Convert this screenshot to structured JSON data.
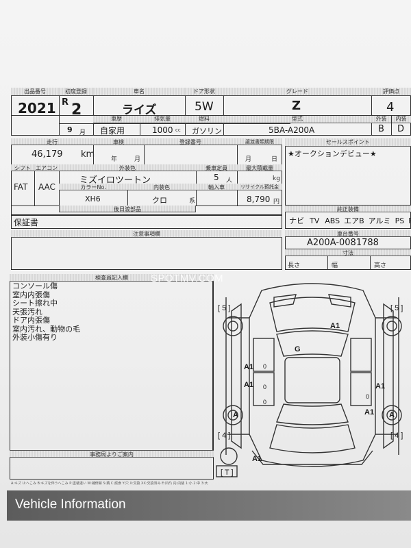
{
  "header": {
    "year_label": "出品番号",
    "year": "2021",
    "reg_label": "初度登録",
    "era": "R",
    "era_year": "2",
    "month": "9",
    "month_unit": "月",
    "car_name_label": "車名",
    "car_name": "ライズ",
    "usage_label": "車歴",
    "usage": "自家用",
    "displacement_label": "排気量",
    "displacement": "1000",
    "displacement_unit": "cc",
    "door_label": "ドア形状",
    "door": "5W",
    "fuel_label": "燃料",
    "fuel": "ガソリン",
    "grade_label": "グレード",
    "grade": "Z",
    "model_label": "型式",
    "model": "5BA-A200A",
    "score_label": "評価点",
    "score": "4",
    "exterior_label": "外装",
    "exterior": "B",
    "interior_label": "内装",
    "interior": "D"
  },
  "row2": {
    "mileage_label": "走行",
    "mileage": "46,179",
    "mileage_unit": "km",
    "inspection_label": "車検",
    "inspection_year": "年",
    "inspection_month": "月",
    "registration_label": "登録番号",
    "deadline_label": "譲渡書類期限",
    "deadline_month": "月",
    "deadline_day": "日",
    "shift_label": "シフト",
    "shift": "FAT",
    "ac_label": "エアコン",
    "ac": "AAC",
    "ext_color_label": "外装色",
    "ext_color": "ミズイロツートン",
    "color_no_label": "カラーNo.",
    "color_no": "XH6",
    "int_color_label": "内装色",
    "int_color": "クロ",
    "int_color_suffix": "系",
    "capacity_label": "乗車定員",
    "capacity": "5",
    "capacity_unit": "人",
    "load_label": "最大積載量",
    "load_unit": "kg",
    "import_label": "輸入車",
    "recycle_label": "リサイクル預託金",
    "recycle": "8,790",
    "recycle_unit": "円",
    "accessories_label": "後日渡部品",
    "accessories": "保証書"
  },
  "sales_point": {
    "label": "セールスポイント",
    "text": "★オークションデビュー★"
  },
  "equipment": {
    "label": "純正装備",
    "items": [
      "ナビ",
      "TV",
      "ABS",
      "エアB",
      "アルミ",
      "PS",
      "PW"
    ]
  },
  "notes_label": "注意事項欄",
  "chassis": {
    "label": "車台番号",
    "value": "A200A-0081788"
  },
  "dimensions": {
    "label": "寸法",
    "length": "長さ",
    "width": "幅",
    "height": "高さ"
  },
  "inspector": {
    "label": "検査員記入欄",
    "remarks": [
      "コンソール傷",
      "室内内張傷",
      "シート擦れ中",
      "天張汚れ",
      "ドア内張傷",
      "室内汚れ、動物の毛",
      "外装小傷有り"
    ]
  },
  "office_label": "事務局よりご案内",
  "diagram": {
    "markers": [
      "[ 5 ]",
      "[ 5 ]",
      "[ 4 ]",
      "[ 4 ]",
      "[ T ]"
    ],
    "damage": [
      "A1",
      "G",
      "A1",
      "A1",
      "A1",
      "A1",
      "A",
      "A",
      "A1"
    ],
    "zeros": [
      "0",
      "0",
      "0",
      "0"
    ]
  },
  "legend": "A:キズ U:へこみ B:キズを伴うへこみ P:塗装違い W:補修跡 S:錆 C:腐食 Y:穴 X:交換 XX:交換済み E:凹凸 内:内装 1:小 2:中 3:大",
  "watermark": "SPOTMV.COM",
  "footer": {
    "title": "Vehicle Information"
  }
}
